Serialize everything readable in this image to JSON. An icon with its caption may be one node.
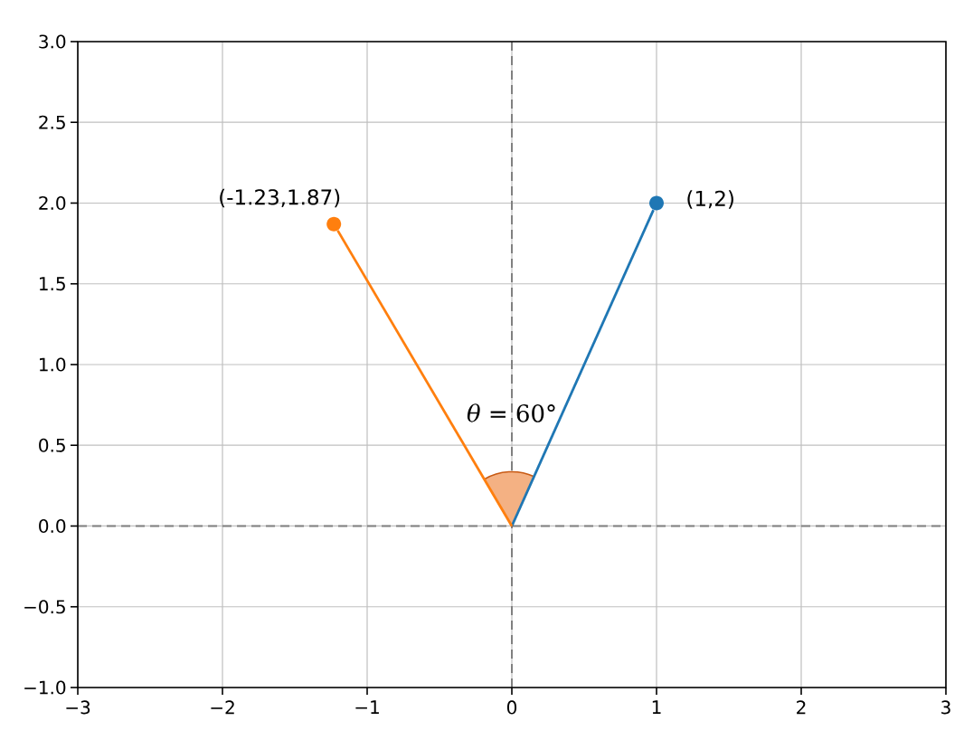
{
  "diagram": {
    "nodes": [
      {
        "text": [],
        "shape": "circle",
        "beside": [
          "(1,2)"
        ]
      },
      {
        "text": [],
        "shape": "circle",
        "beside": [
          "(-1.23,1.87)"
        ]
      }
    ],
    "edges": [
      {
        "from": null,
        "to": 0,
        "arrow": "none",
        "color": "#1f77b4"
      },
      {
        "from": null,
        "to": 1,
        "arrow": "none",
        "color": "#ff7f0e"
      }
    ],
    "labels": [
      "*θ* = 60°",
      "3.0",
      "2.5",
      "2.0",
      "1.5",
      "1.0",
      "0.5",
      "0.0",
      "−0.5",
      "−1.0",
      "−3",
      "−2",
      "−1",
      "0",
      "1",
      "2",
      "3"
    ]
  }
}
